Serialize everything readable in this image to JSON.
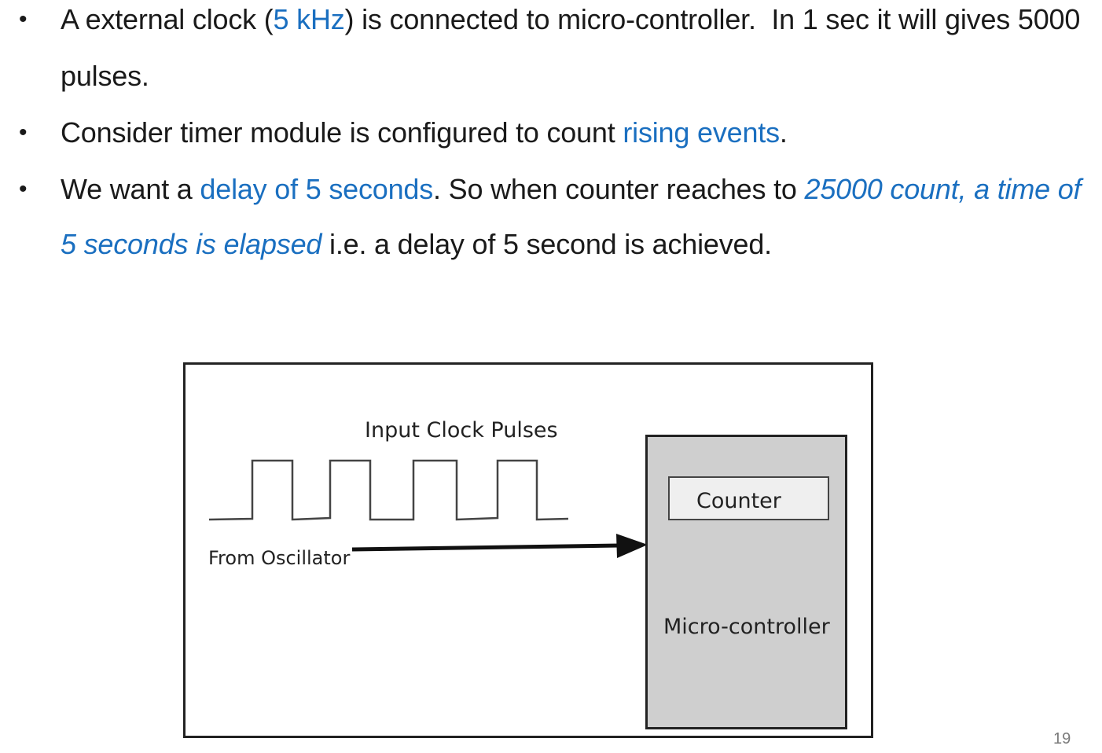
{
  "bullets": [
    {
      "lines": [
        [
          {
            "text": "A external clock (",
            "style": "normal"
          },
          {
            "text": "5 kHz",
            "style": "blue"
          },
          {
            "text": ") is connected to micro-controller.  In 1 sec it will gives 5000",
            "style": "normal"
          }
        ],
        [
          {
            "text": "pulses.",
            "style": "normal"
          }
        ]
      ]
    },
    {
      "lines": [
        [
          {
            "text": "Consider timer module is configured to count ",
            "style": "normal"
          },
          {
            "text": "rising events",
            "style": "blue"
          },
          {
            "text": ".",
            "style": "normal"
          }
        ]
      ]
    },
    {
      "lines": [
        [
          {
            "text": "We want a ",
            "style": "normal"
          },
          {
            "text": "delay of 5 seconds",
            "style": "blue"
          },
          {
            "text": ". So when counter reaches to ",
            "style": "normal"
          },
          {
            "text": "25000 count, a time of",
            "style": "blue-italic"
          }
        ],
        [
          {
            "text": "5 seconds is elapsed",
            "style": "blue-italic"
          },
          {
            "text": " i.e. a delay of 5 second is achieved.",
            "style": "normal"
          }
        ]
      ]
    }
  ],
  "bullet_symbol": "•",
  "diagram": {
    "input_label": "Input Clock Pulses",
    "source_label": "From Oscillator",
    "counter_label": "Counter",
    "controller_label": "Micro-controller"
  },
  "page_number": "19",
  "colors": {
    "accent_blue": "#1a6fc0",
    "text": "#1a1a1a",
    "controller_fill": "#cfcfcf",
    "counter_fill": "#efefef"
  }
}
